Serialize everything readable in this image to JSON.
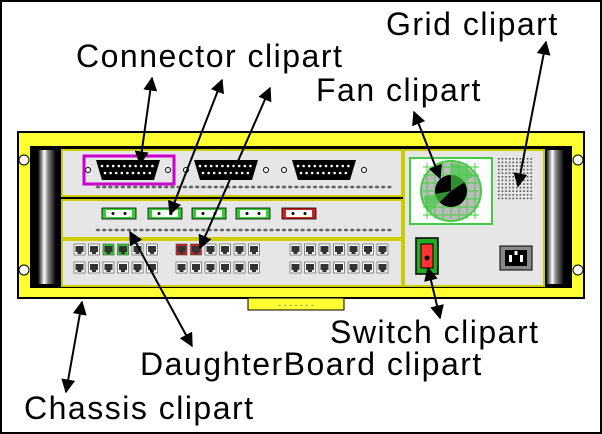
{
  "labels": {
    "grid": "Grid clipart",
    "connector": "Connector clipart",
    "fan": "Fan clipart",
    "switch": "Switch clipart",
    "daughterboard": "DaughterBoard clipart",
    "chassis": "Chassis clipart"
  },
  "colors": {
    "chassis": "#ffff33",
    "chassis_border": "#000000",
    "panel": "#e6e6e6",
    "panel_border": "#cccc00",
    "connector_highlight": "#cc00cc",
    "port_green": "#33cc33",
    "port_red": "#cc2222",
    "fan_green": "#44cc44",
    "switch_green": "#22aa22",
    "background": "#ffffff"
  },
  "icons": {
    "fan": "fan-icon",
    "switch": "power-switch-icon",
    "power_socket": "power-socket-icon",
    "grid": "vent-grid-icon"
  }
}
